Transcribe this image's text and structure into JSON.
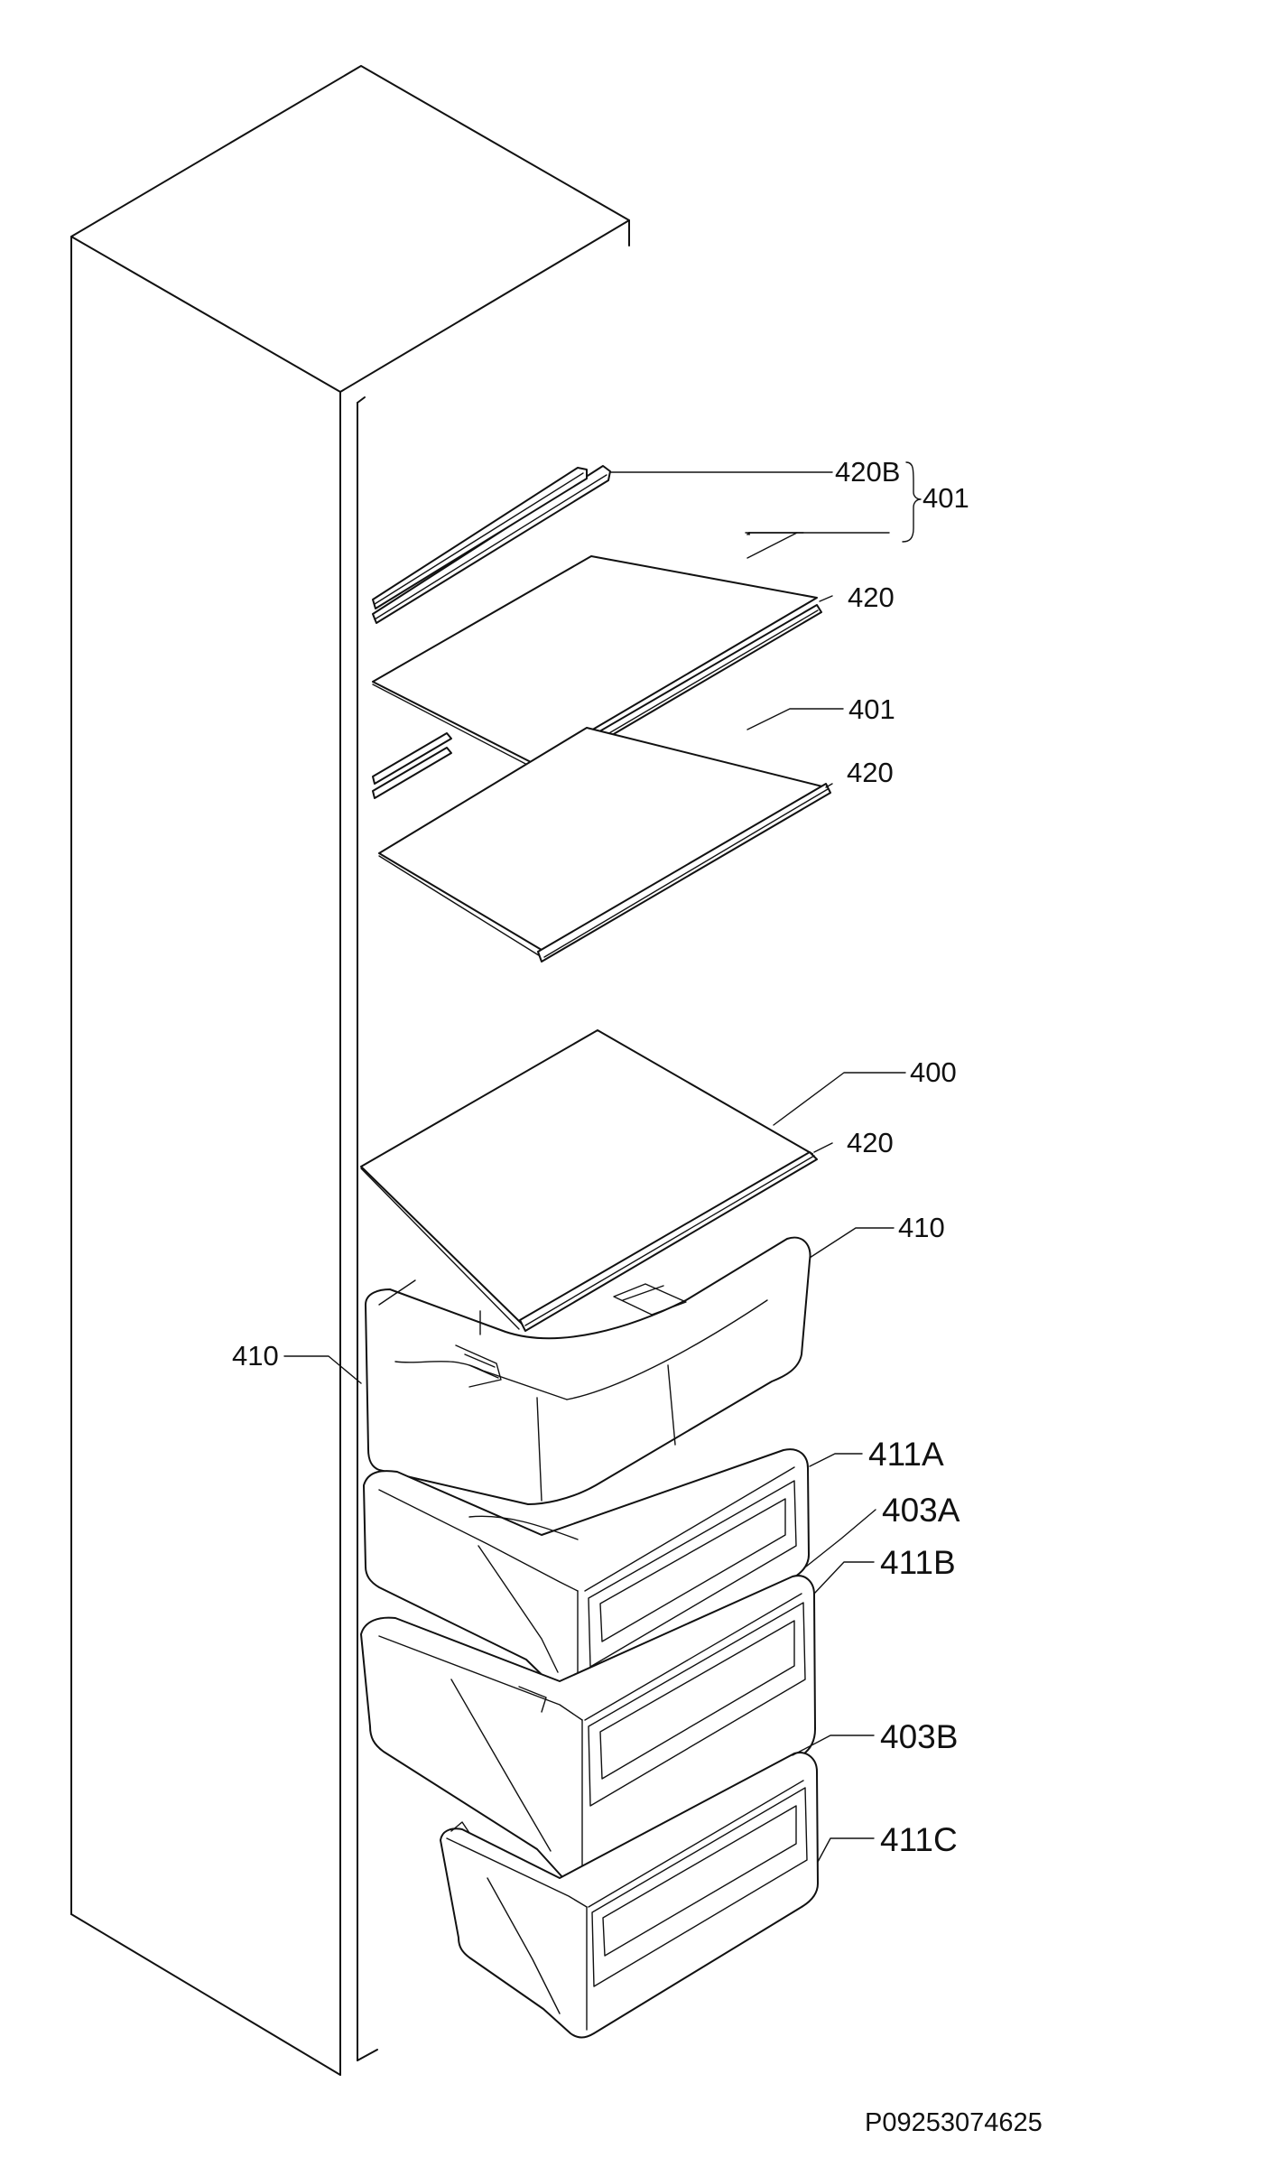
{
  "labels": {
    "l_420b": "420B",
    "l_401a": "401",
    "l_420a": "420",
    "l_401b": "401",
    "l_420c": "420",
    "l_400": "400",
    "l_420d": "420",
    "l_410r": "410",
    "l_410l": "410",
    "l_411a": "411A",
    "l_403a": "403A",
    "l_411b": "411B",
    "l_403b": "403B",
    "l_411c": "411C"
  },
  "drawing_code": "P09253074625"
}
